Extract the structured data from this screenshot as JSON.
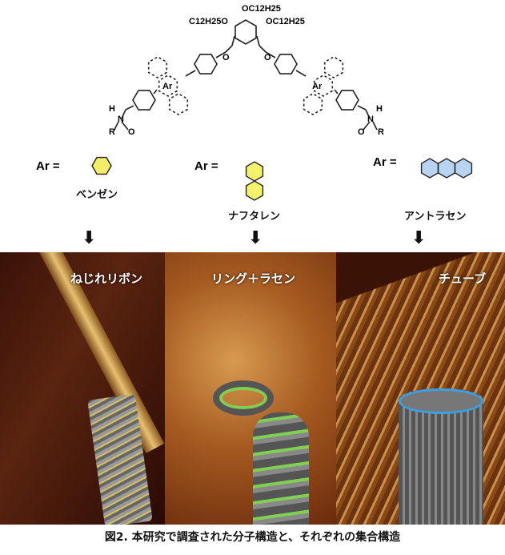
{
  "structure": {
    "substituent_top": "OC12H25",
    "substituent_left": "C12H25O",
    "substituent_right": "OC12H25",
    "ether_o": "O",
    "ar_label": "Ar",
    "amide_h": "H",
    "amide_n": "N",
    "amide_r": "R",
    "amide_o": "O"
  },
  "variants": [
    {
      "prefix": "Ar =",
      "name": "ベンゼン",
      "color": "#f2ee6a"
    },
    {
      "prefix": "Ar =",
      "name": "ナフタレン",
      "color": "#f4f36c"
    },
    {
      "prefix": "Ar =",
      "name": "アントラセン",
      "color": "#b9d3f2"
    }
  ],
  "arrow_glyph": "⬇",
  "panels": [
    {
      "title": "ねじれリボン"
    },
    {
      "title": "リング＋ラセン"
    },
    {
      "title": "チューブ"
    }
  ],
  "caption": "図2. 本研究で調査された分子構造と、それぞれの集合構造"
}
